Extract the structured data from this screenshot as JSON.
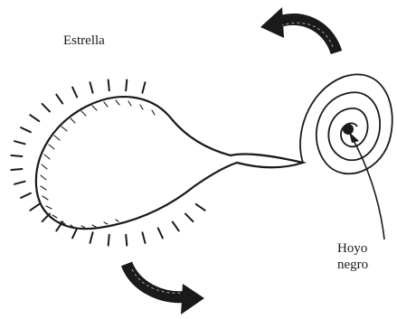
{
  "labels": {
    "star": "Estrella",
    "black_hole_line1": "Hoyo",
    "black_hole_line2": "negro"
  },
  "icons": {
    "top_arrow": "curved-arrow-icon",
    "bottom_arrow": "curved-arrow-icon"
  },
  "colors": {
    "ink": "#1a1a1a",
    "background": "#ffffff"
  }
}
